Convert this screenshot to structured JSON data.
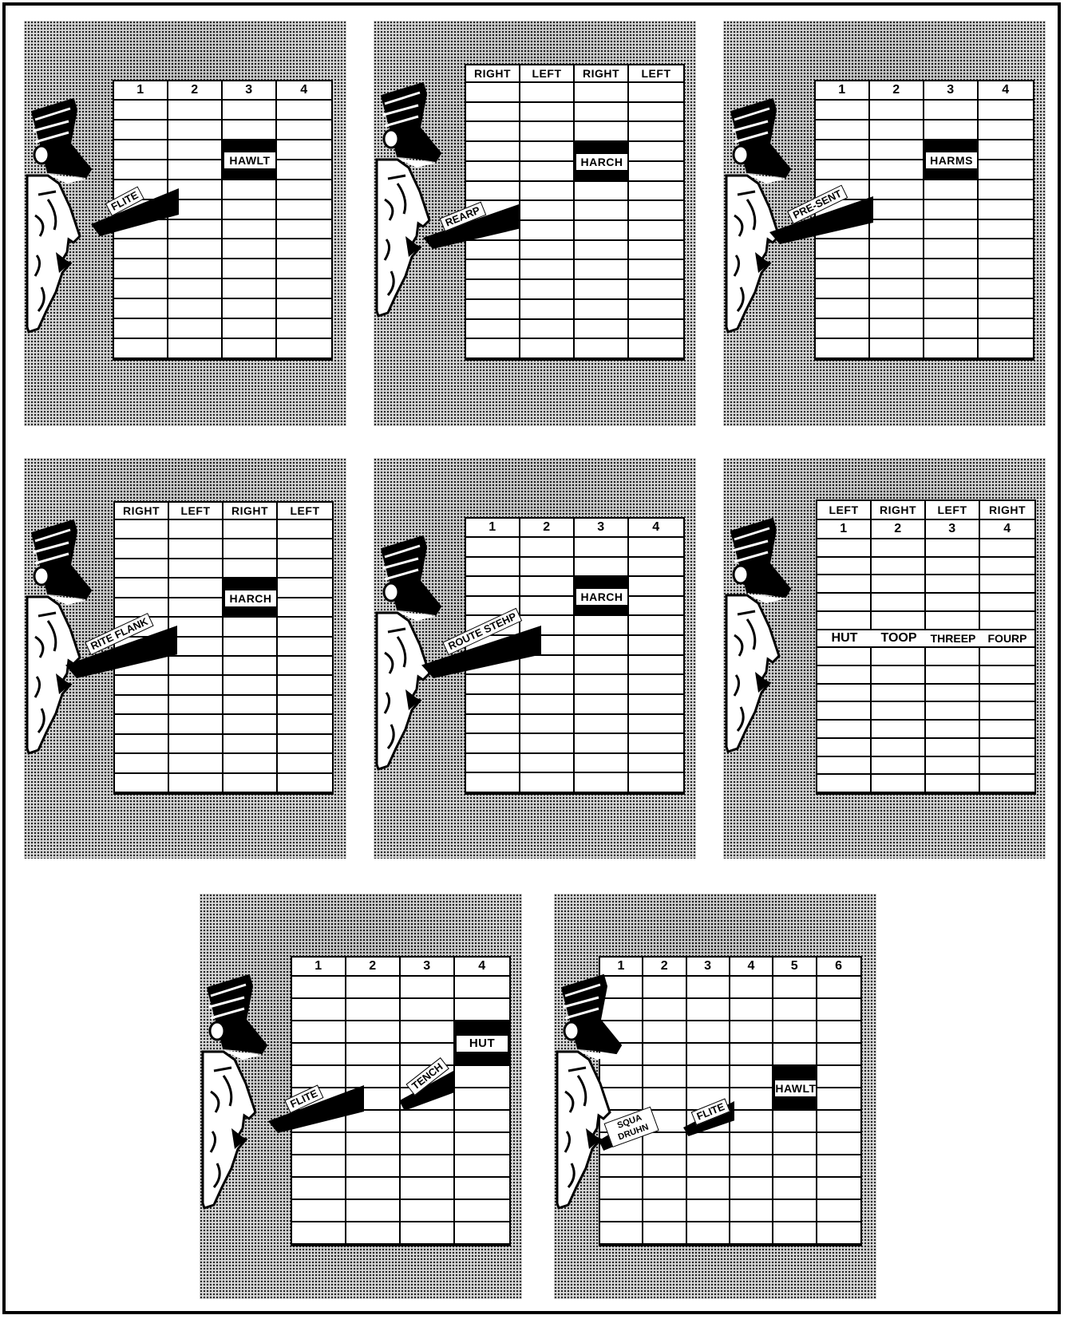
{
  "panels": [
    {
      "headers": [
        "1",
        "2",
        "3",
        "4"
      ],
      "command": "HAWLT",
      "speech": "FLITE"
    },
    {
      "headers": [
        "RIGHT",
        "LEFT",
        "RIGHT",
        "LEFT"
      ],
      "command": "HARCH",
      "speech": "REARP"
    },
    {
      "headers": [
        "1",
        "2",
        "3",
        "4"
      ],
      "command": "HARMS",
      "speech": "PRE-SENT"
    },
    {
      "headers": [
        "RIGHT",
        "LEFT",
        "RIGHT",
        "LEFT"
      ],
      "command": "HARCH",
      "speech": "RITE FLANK"
    },
    {
      "headers": [
        "1",
        "2",
        "3",
        "4"
      ],
      "command": "HARCH",
      "speech": "ROUTE STEHP"
    },
    {
      "headers_top": [
        "LEFT",
        "RIGHT",
        "LEFT",
        "RIGHT"
      ],
      "headers": [
        "1",
        "2",
        "3",
        "4"
      ],
      "count": [
        "HUT",
        "TOOP",
        "THREEP",
        "FOURP"
      ]
    },
    {
      "headers": [
        "1",
        "2",
        "3",
        "4"
      ],
      "command": "HUT",
      "speech": "FLITE",
      "speech2": "TENCH"
    },
    {
      "headers": [
        "1",
        "2",
        "3",
        "4",
        "5",
        "6"
      ],
      "command": "HAWLT",
      "speech": "SQUA DRUHN",
      "speech2": "FLITE"
    }
  ]
}
